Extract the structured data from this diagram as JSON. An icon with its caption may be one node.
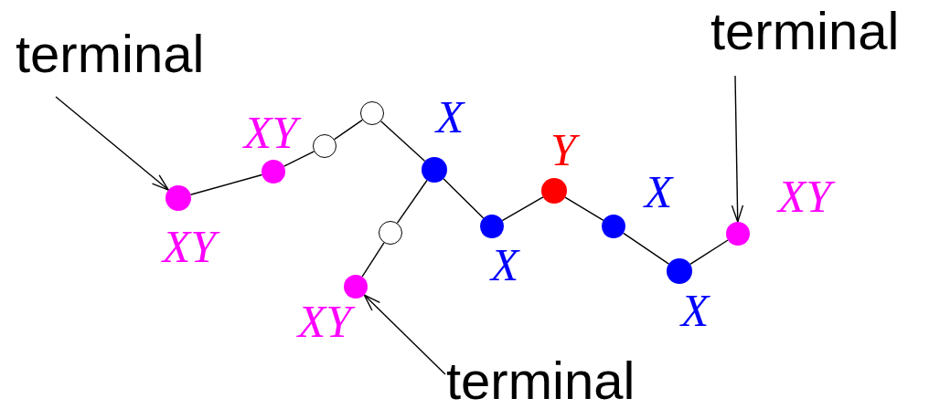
{
  "diagram": {
    "nodes": [
      {
        "text": [
          "terminal"
        ]
      },
      {
        "text": [
          "terminal"
        ]
      },
      {
        "text": [],
        "shape": "circle",
        "beside": [
          "XY"
        ]
      },
      {
        "text": [],
        "shape": "circle",
        "beside": [
          "XY"
        ]
      },
      {
        "text": [],
        "shape": "circle"
      },
      {
        "text": [],
        "shape": "circle"
      },
      {
        "text": [],
        "shape": "circle",
        "beside": [
          "X"
        ]
      },
      {
        "text": [],
        "shape": "circle"
      },
      {
        "text": [],
        "shape": "circle",
        "beside": [
          "XY"
        ]
      },
      {
        "text": [],
        "shape": "circle",
        "beside": [
          "X"
        ]
      },
      {
        "text": [],
        "shape": "circle",
        "beside": [
          "Y"
        ]
      },
      {
        "text": [],
        "shape": "circle",
        "beside": [
          "X"
        ]
      },
      {
        "text": [],
        "shape": "circle",
        "beside": [
          "X"
        ]
      },
      {
        "text": [],
        "shape": "circle",
        "beside": [
          "XY"
        ]
      },
      {
        "text": [
          "terminal"
        ]
      }
    ],
    "edges": [
      {
        "from": 2,
        "to": 3,
        "arrow": "none"
      },
      {
        "from": 3,
        "to": 4,
        "arrow": "none"
      },
      {
        "from": 4,
        "to": 5,
        "arrow": "none"
      },
      {
        "from": 5,
        "to": 6,
        "arrow": "none"
      },
      {
        "from": 6,
        "to": 7,
        "arrow": "none"
      },
      {
        "from": 7,
        "to": 8,
        "arrow": "none"
      },
      {
        "from": 6,
        "to": 9,
        "arrow": "none"
      },
      {
        "from": 9,
        "to": 10,
        "arrow": "none"
      },
      {
        "from": 10,
        "to": 11,
        "arrow": "none"
      },
      {
        "from": 11,
        "to": 12,
        "arrow": "none"
      },
      {
        "from": 12,
        "to": 13,
        "arrow": "none"
      },
      {
        "from": 0,
        "to": 2,
        "arrow": "to"
      },
      {
        "from": 1,
        "to": 13,
        "arrow": "to"
      },
      {
        "from": 14,
        "to": 8,
        "arrow": "to"
      }
    ]
  }
}
